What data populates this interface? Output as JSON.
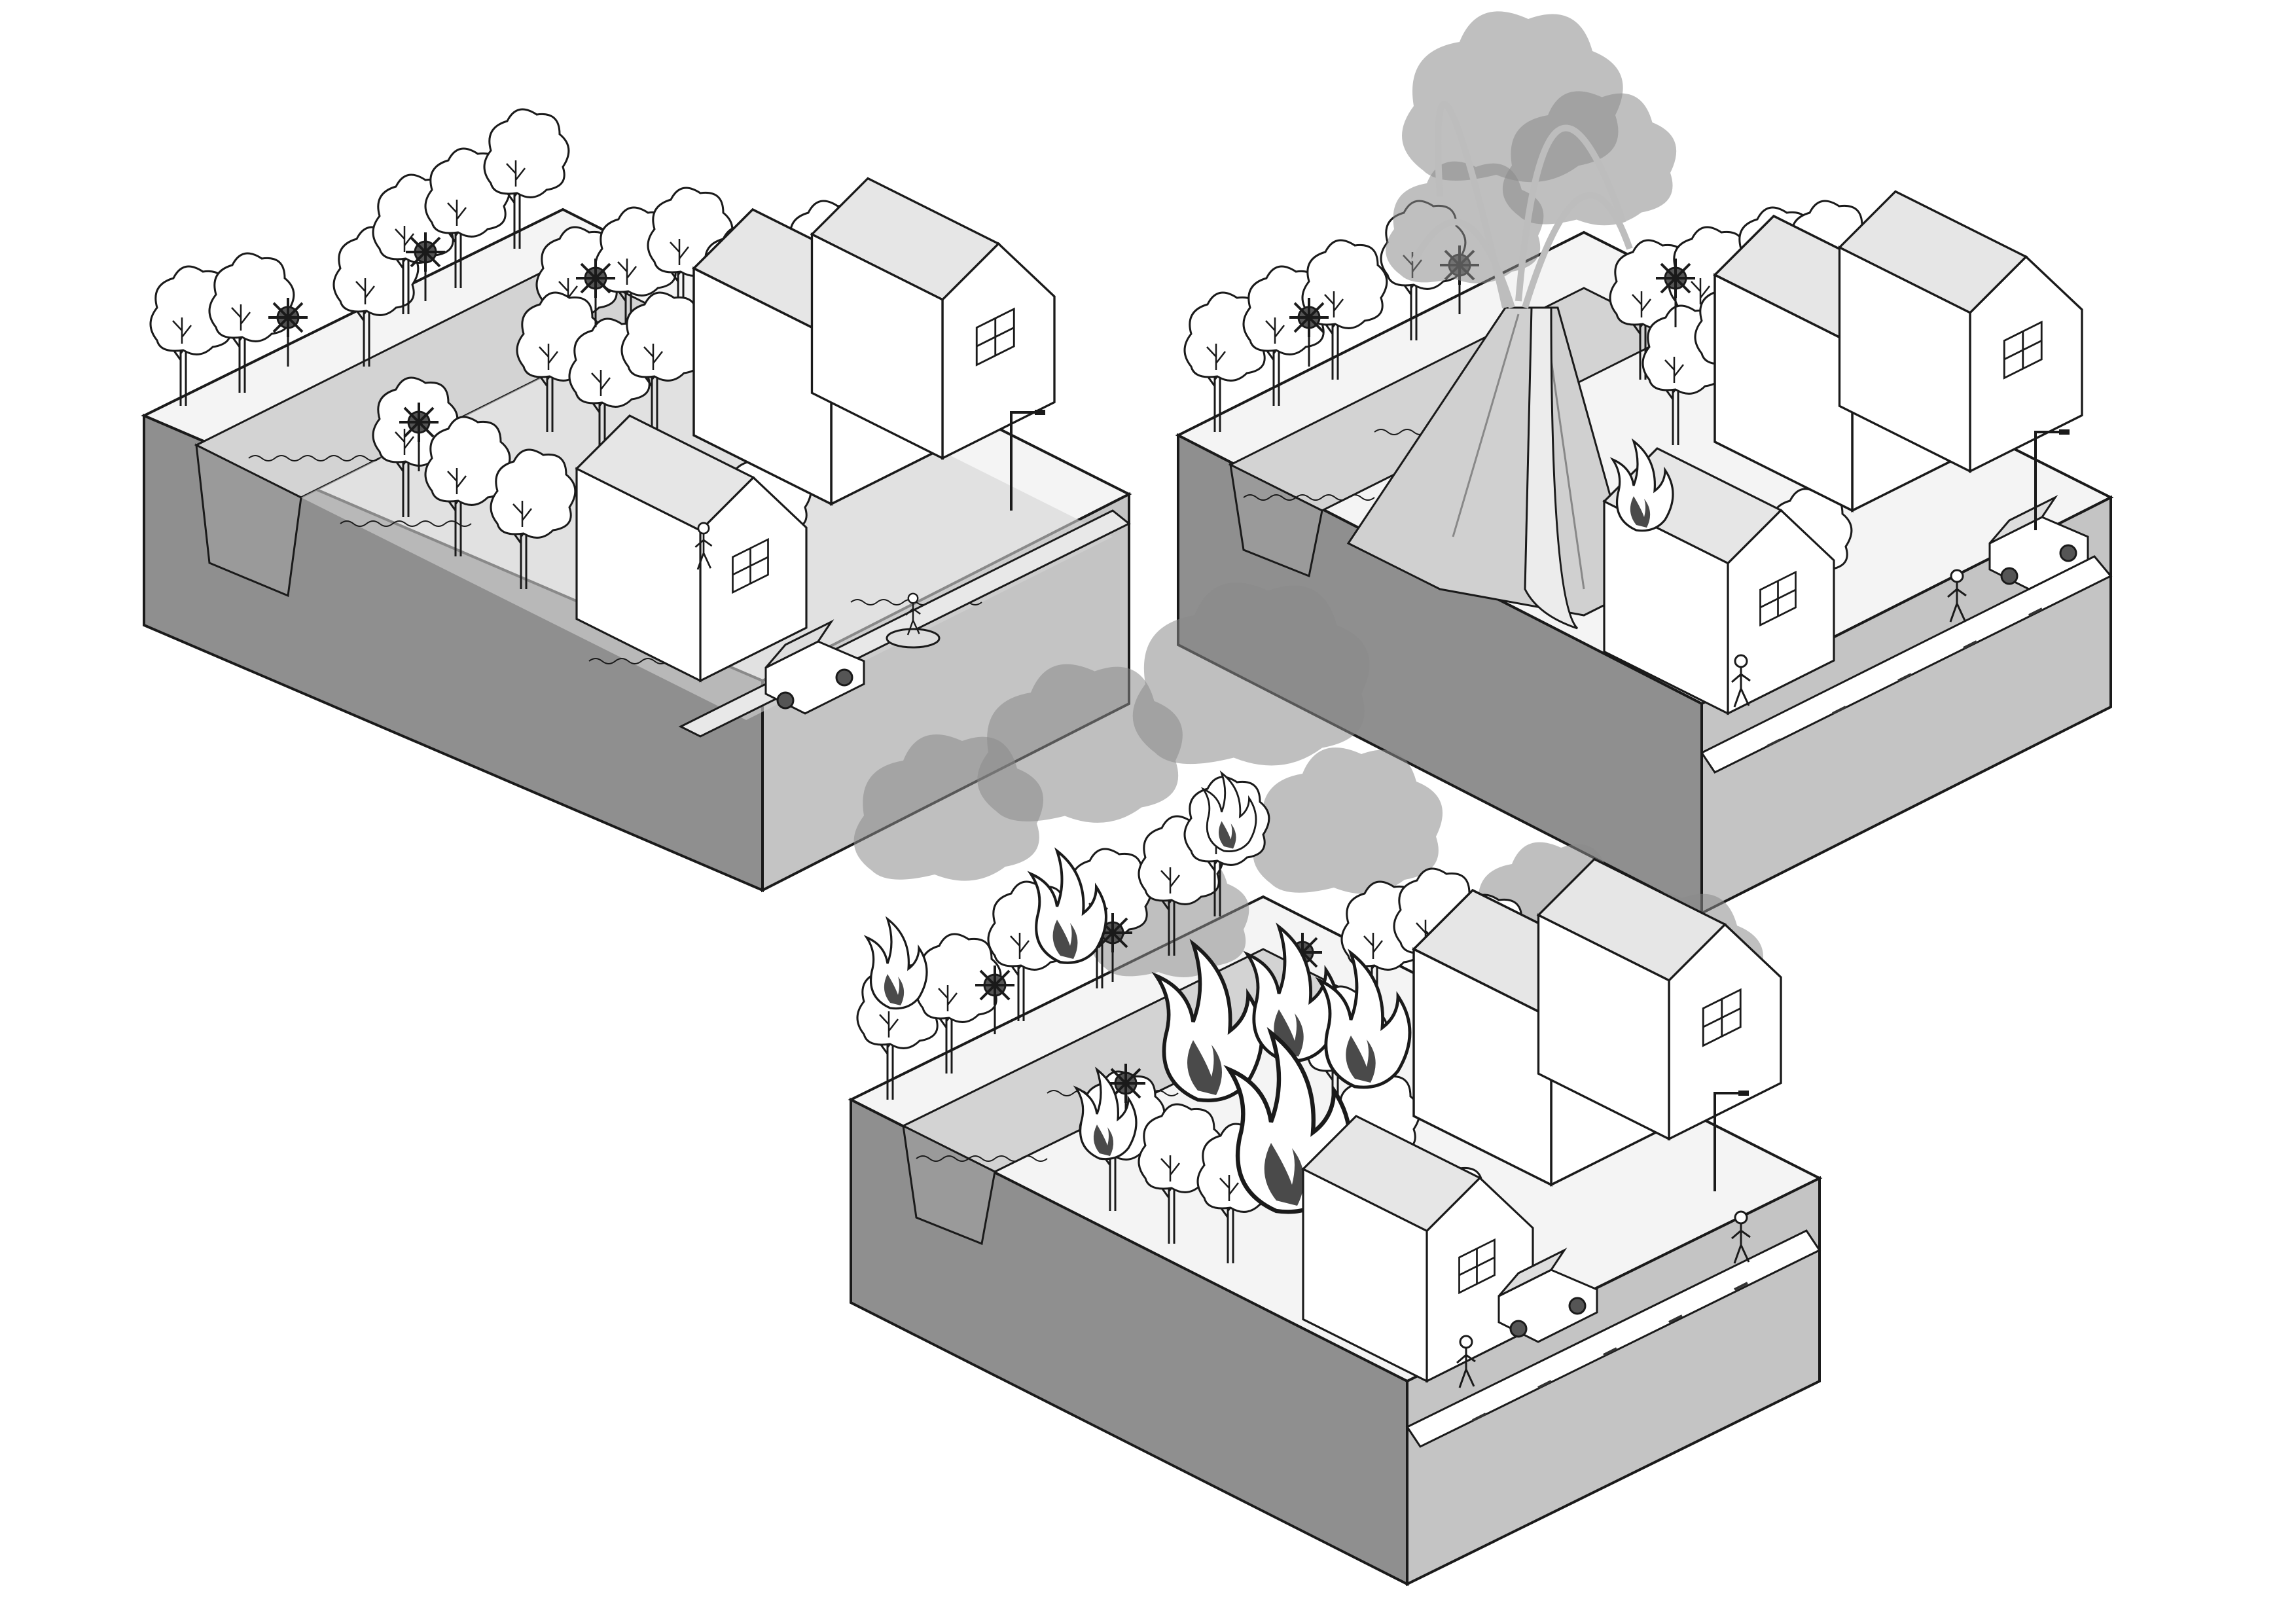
{
  "palette": {
    "paper": "#ffffff",
    "outline": "#1a1a1a",
    "ground_top": "#f4f4f4",
    "ground_front": "#8f8f8f",
    "ground_side": "#c4c4c4",
    "water": "#d3d3d3",
    "water_deep": "#9a9a9a",
    "tree_fill": "#ffffff",
    "house_fill": "#ffffff",
    "roof_fill": "#e6e6e6",
    "smoke": "#8a8a8a",
    "flame": "#4a4a4a",
    "volcano": "#d0d0d0",
    "lava": "#ececec",
    "road": "#ffffff",
    "road_mark": "#333333"
  },
  "scenes": [
    {
      "id": "flood",
      "hazard": "flood",
      "icons": [
        "tree-icon",
        "house-icon",
        "car-icon",
        "boat-icon",
        "streetlamp-icon",
        "water-icon"
      ]
    },
    {
      "id": "volcano",
      "hazard": "volcanic-eruption",
      "icons": [
        "volcano-icon",
        "lava-icon",
        "smoke-icon",
        "house-icon",
        "car-icon",
        "person-icon"
      ]
    },
    {
      "id": "wildfire",
      "hazard": "wildfire",
      "icons": [
        "flame-icon",
        "smoke-icon",
        "tree-icon",
        "house-icon",
        "car-icon",
        "person-icon"
      ]
    }
  ]
}
